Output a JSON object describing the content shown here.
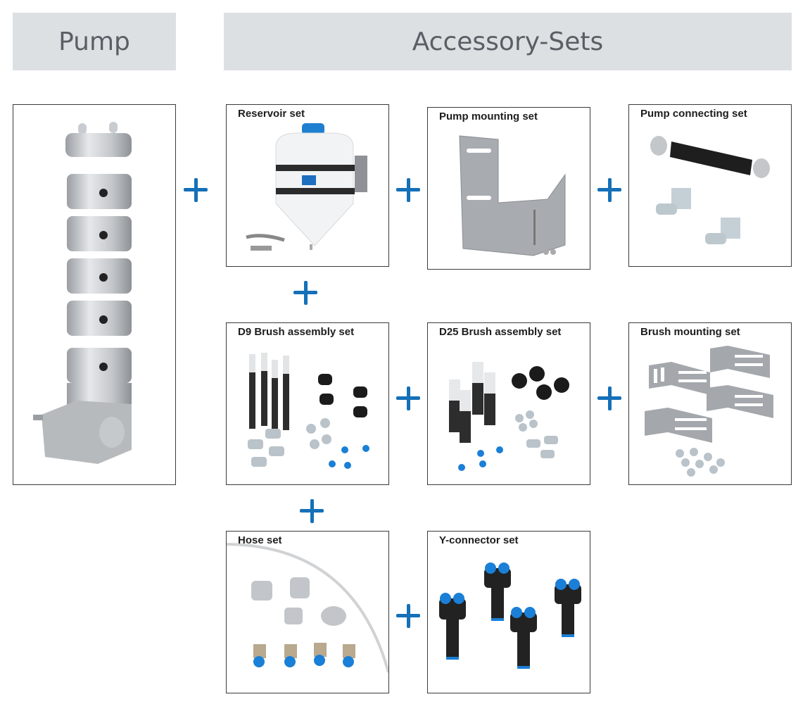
{
  "headers": {
    "pump": "Pump",
    "accessory_sets": "Accessory-Sets"
  },
  "accent_color": "#1570b8",
  "pump": {
    "image": "pump-image"
  },
  "accessory_sets": [
    {
      "id": "reservoir",
      "label": "Reservoir set"
    },
    {
      "id": "pump-mounting",
      "label": "Pump mounting set"
    },
    {
      "id": "pump-connecting",
      "label": "Pump connecting set"
    },
    {
      "id": "d9-brush",
      "label": "D9 Brush assembly set"
    },
    {
      "id": "d25-brush",
      "label": "D25 Brush assembly set"
    },
    {
      "id": "brush-mounting",
      "label": "Brush mounting set"
    },
    {
      "id": "hose",
      "label": "Hose set"
    },
    {
      "id": "y-connector",
      "label": "Y-connector set"
    }
  ],
  "plus_symbol": "+"
}
